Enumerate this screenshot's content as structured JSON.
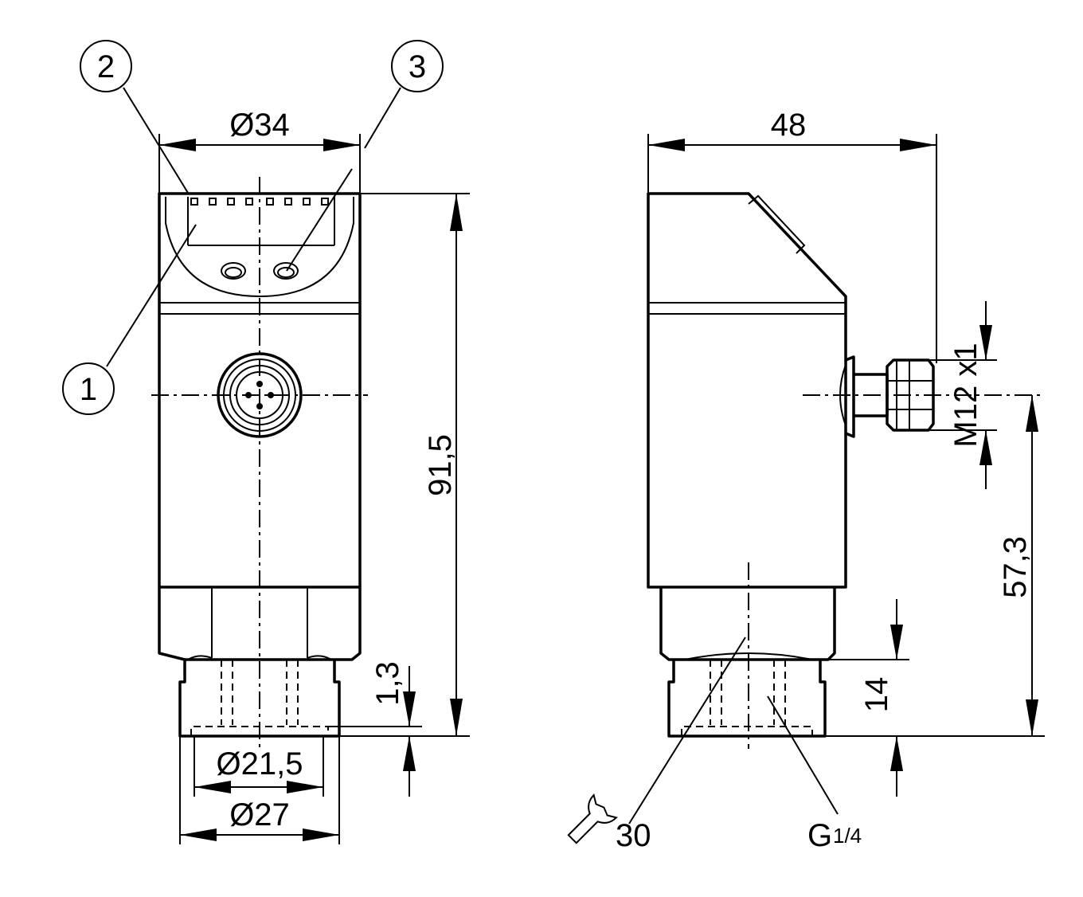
{
  "callouts": [
    "1",
    "2",
    "3"
  ],
  "dimensions": {
    "diameter_34": "Ø34",
    "width_48": "48",
    "height_91_5": "91,5",
    "height_57_3": "57,3",
    "thread_m12": "M12 x1",
    "depth_1_3": "1,3",
    "depth_14": "14",
    "diameter_21_5": "Ø21,5",
    "diameter_27": "Ø27",
    "wrench_30": "30",
    "thread_g": "G",
    "thread_g_fraction": "1/4"
  },
  "icons": {
    "wrench": "wrench-icon"
  }
}
